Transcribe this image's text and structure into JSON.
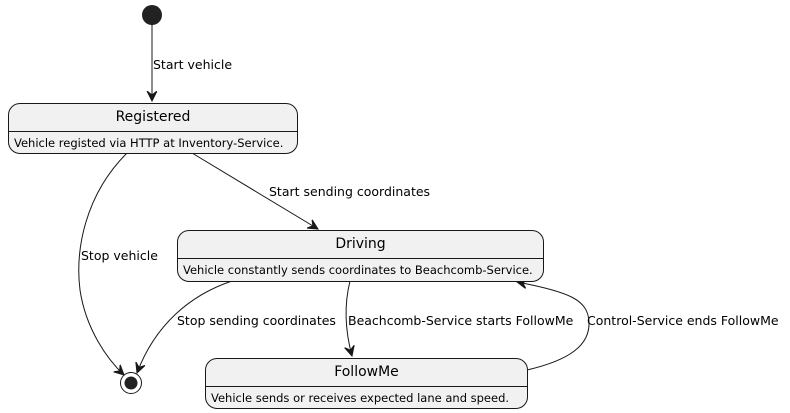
{
  "diagram": {
    "type": "state-diagram",
    "colors": {
      "state_fill": "#f1f1f1",
      "state_border": "#181818",
      "line": "#181818",
      "background": "#ffffff"
    },
    "states": [
      {
        "id": "registered",
        "name": "Registered",
        "description": "Vehicle registed via HTTP at Inventory-Service."
      },
      {
        "id": "driving",
        "name": "Driving",
        "description": "Vehicle constantly sends coordinates to Beachcomb-Service."
      },
      {
        "id": "followme",
        "name": "FollowMe",
        "description": "Vehicle sends or receives expected lane and speed."
      }
    ],
    "transitions": [
      {
        "from": "start",
        "to": "registered",
        "label": "Start vehicle"
      },
      {
        "from": "registered",
        "to": "driving",
        "label": "Start sending coordinates"
      },
      {
        "from": "registered",
        "to": "end",
        "label": "Stop vehicle"
      },
      {
        "from": "driving",
        "to": "end",
        "label": "Stop sending coordinates"
      },
      {
        "from": "driving",
        "to": "followme",
        "label": "Beachcomb-Service starts FollowMe"
      },
      {
        "from": "followme",
        "to": "driving",
        "label": "Control-Service ends FollowMe"
      }
    ]
  }
}
